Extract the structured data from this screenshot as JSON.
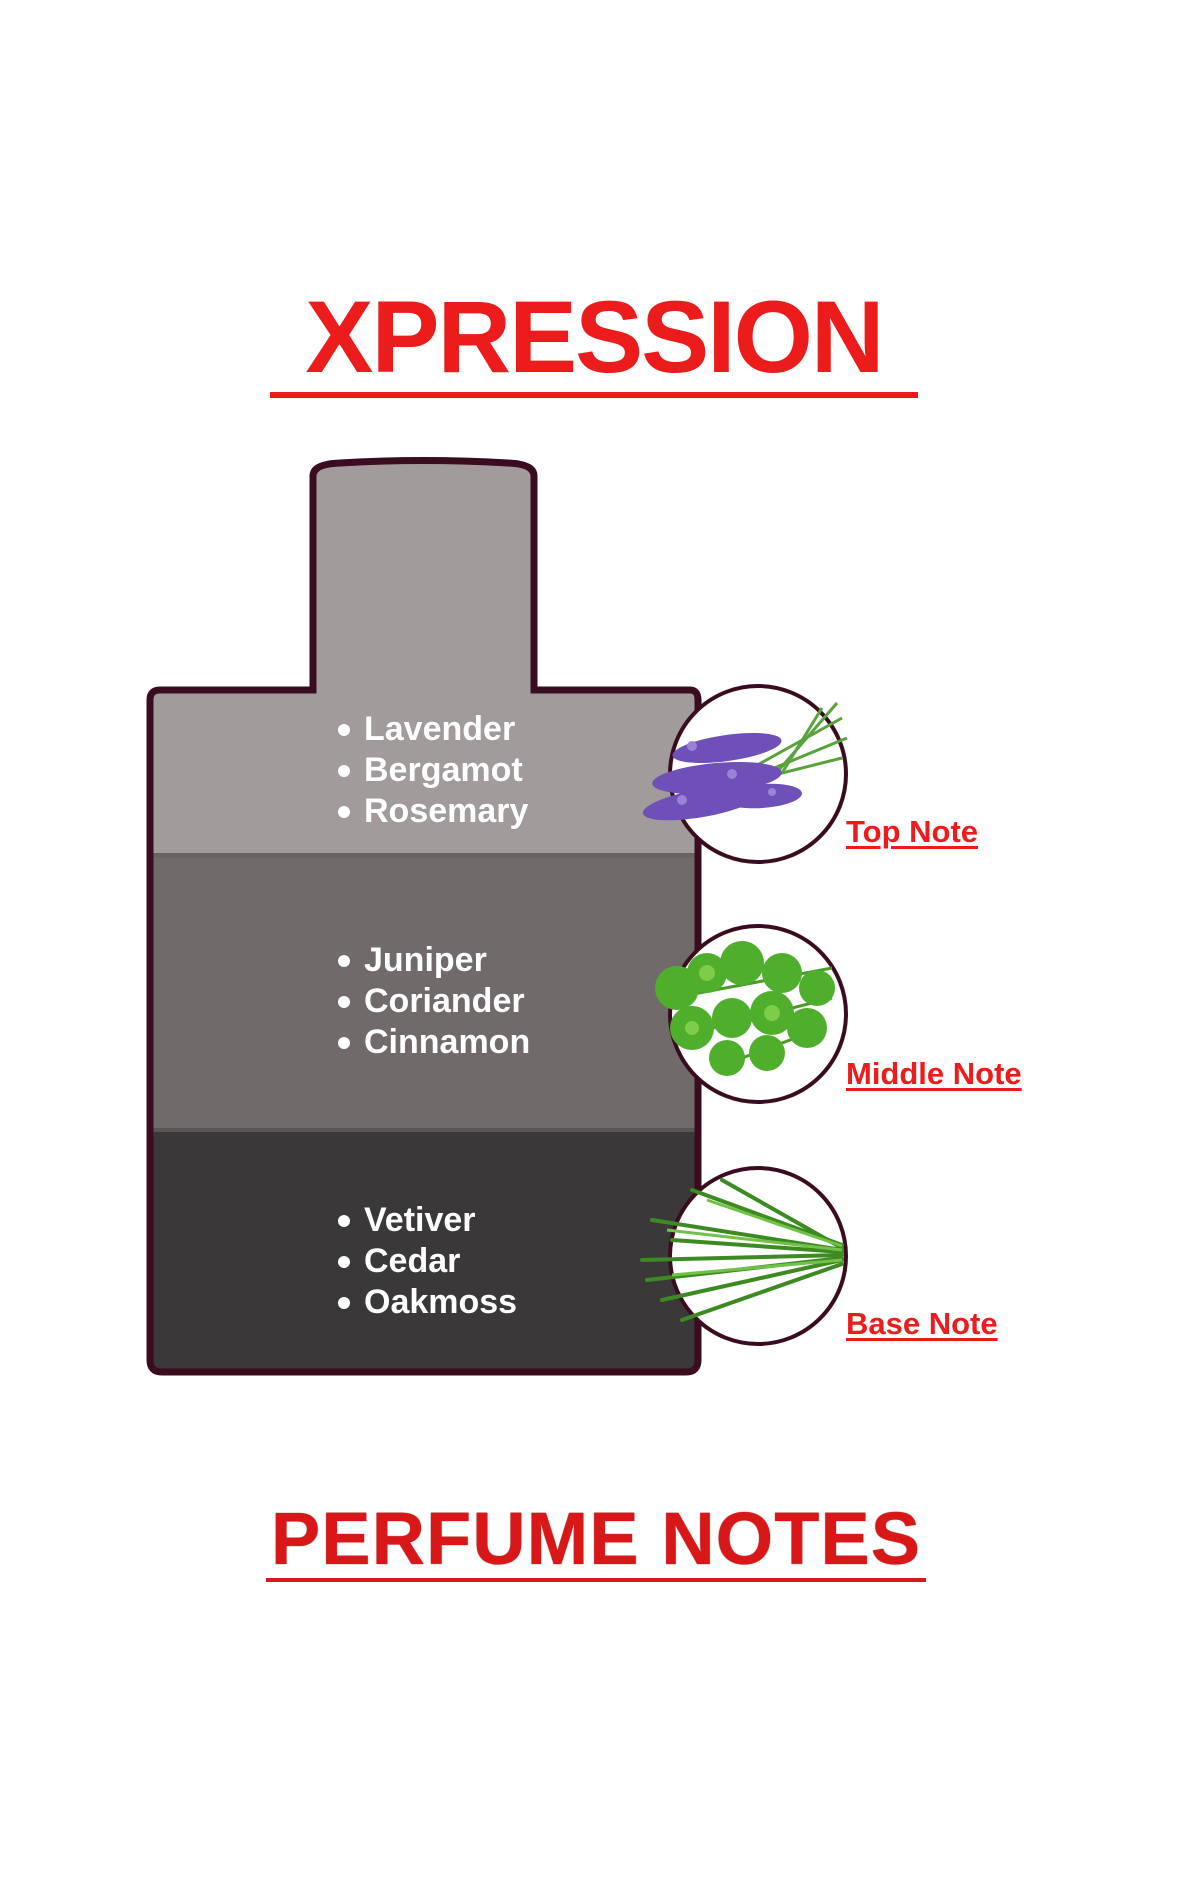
{
  "title": "XPRESSION",
  "footer": "PERFUME NOTES",
  "colors": {
    "accent": "#ec1c1c",
    "outline": "#3a0c20",
    "top": "#a19b9b",
    "middle": "#716a6a",
    "base": "#3b3839"
  },
  "layers": [
    {
      "label": "Top Note",
      "icon": "lavender-icon",
      "ingredients": [
        "Lavender",
        "Bergamot",
        "Rosemary"
      ]
    },
    {
      "label": "Middle Note",
      "icon": "coriander-icon",
      "ingredients": [
        "Juniper",
        "Coriander",
        "Cinnamon"
      ]
    },
    {
      "label": "Base Note",
      "icon": "vetiver-grass-icon",
      "ingredients": [
        "Vetiver",
        "Cedar",
        "Oakmoss"
      ]
    }
  ]
}
